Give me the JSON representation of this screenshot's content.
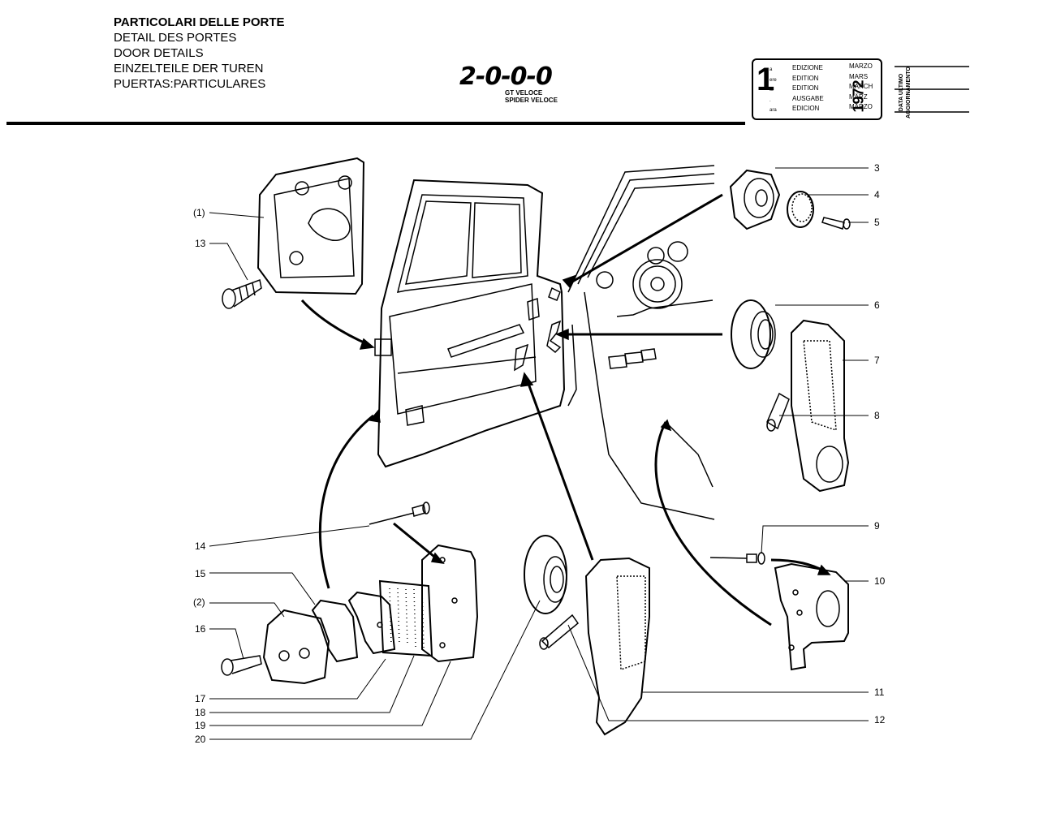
{
  "header": {
    "titles": [
      "PARTICOLARI DELLE PORTE",
      "DETAIL DES PORTES",
      "DOOR DETAILS",
      "EINZELTEILE DER TUREN",
      "PUERTAS:PARTICULARES"
    ],
    "logo_main": "2-0-0-0",
    "logo_sub1": "GT VELOCE",
    "logo_sub2": "SPIDER VELOCE"
  },
  "edition_box": {
    "number": "1",
    "suffixes": [
      "a",
      "ere",
      "st",
      ".",
      "ara"
    ],
    "words": [
      "EDIZIONE",
      "EDITION",
      "EDITION",
      "AUSGABE",
      "EDICION"
    ],
    "year": "1972",
    "months": [
      "MARZO",
      "MARS",
      "MARCH",
      "MÄRZ",
      "MARZO"
    ],
    "update_label_1": "DATA ULTIMO",
    "update_label_2": "AGGIORNAMENTO"
  },
  "callouts": {
    "c1": "(1)",
    "c13": "13",
    "c3": "3",
    "c4": "4",
    "c5": "5",
    "c6": "6",
    "c7": "7",
    "c8": "8",
    "c9": "9",
    "c10": "10",
    "c11": "11",
    "c12": "12",
    "c14": "14",
    "c15": "15",
    "c2": "(2)",
    "c16": "16",
    "c17": "17",
    "c18": "18",
    "c19": "19",
    "c20": "20"
  }
}
